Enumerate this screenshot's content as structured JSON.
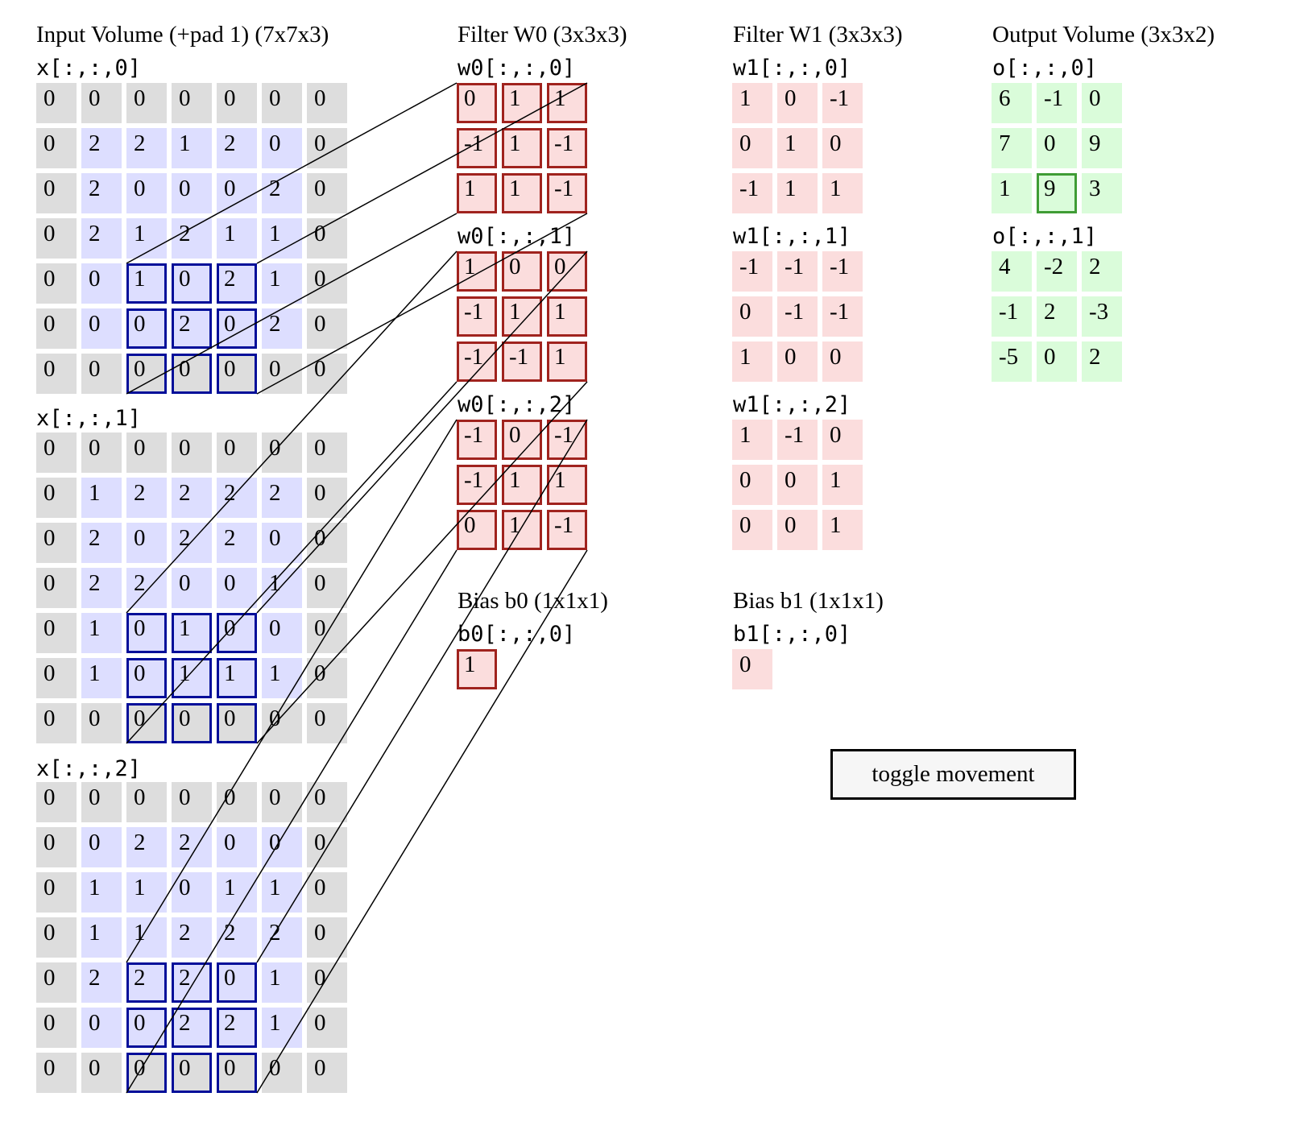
{
  "input": {
    "title": "Input Volume (+pad 1) (7x7x3)",
    "slices": [
      {
        "label": "x[:,:,0]",
        "rows": [
          [
            0,
            0,
            0,
            0,
            0,
            0,
            0
          ],
          [
            0,
            2,
            2,
            1,
            2,
            0,
            0
          ],
          [
            0,
            2,
            0,
            0,
            0,
            2,
            0
          ],
          [
            0,
            2,
            1,
            2,
            1,
            1,
            0
          ],
          [
            0,
            0,
            1,
            0,
            2,
            1,
            0
          ],
          [
            0,
            0,
            0,
            2,
            0,
            2,
            0
          ],
          [
            0,
            0,
            0,
            0,
            0,
            0,
            0
          ]
        ]
      },
      {
        "label": "x[:,:,1]",
        "rows": [
          [
            0,
            0,
            0,
            0,
            0,
            0,
            0
          ],
          [
            0,
            1,
            2,
            2,
            2,
            2,
            0
          ],
          [
            0,
            2,
            0,
            2,
            2,
            0,
            0
          ],
          [
            0,
            2,
            2,
            0,
            0,
            1,
            0
          ],
          [
            0,
            1,
            0,
            1,
            0,
            0,
            0
          ],
          [
            0,
            1,
            0,
            1,
            1,
            1,
            0
          ],
          [
            0,
            0,
            0,
            0,
            0,
            0,
            0
          ]
        ]
      },
      {
        "label": "x[:,:,2]",
        "rows": [
          [
            0,
            0,
            0,
            0,
            0,
            0,
            0
          ],
          [
            0,
            0,
            2,
            2,
            0,
            0,
            0
          ],
          [
            0,
            1,
            1,
            0,
            1,
            1,
            0
          ],
          [
            0,
            1,
            1,
            2,
            2,
            2,
            0
          ],
          [
            0,
            2,
            2,
            2,
            0,
            1,
            0
          ],
          [
            0,
            0,
            0,
            2,
            2,
            1,
            0
          ],
          [
            0,
            0,
            0,
            0,
            0,
            0,
            0
          ]
        ]
      }
    ],
    "highlight": {
      "row": 4,
      "col": 2
    }
  },
  "filter_w0": {
    "title": "Filter W0 (3x3x3)",
    "slices": [
      {
        "label": "w0[:,:,0]",
        "rows": [
          [
            0,
            1,
            1
          ],
          [
            -1,
            1,
            -1
          ],
          [
            1,
            1,
            -1
          ]
        ]
      },
      {
        "label": "w0[:,:,1]",
        "rows": [
          [
            1,
            0,
            0
          ],
          [
            -1,
            1,
            1
          ],
          [
            -1,
            -1,
            1
          ]
        ]
      },
      {
        "label": "w0[:,:,2]",
        "rows": [
          [
            -1,
            0,
            -1
          ],
          [
            -1,
            1,
            1
          ],
          [
            0,
            1,
            -1
          ]
        ]
      }
    ]
  },
  "filter_w1": {
    "title": "Filter W1 (3x3x3)",
    "slices": [
      {
        "label": "w1[:,:,0]",
        "rows": [
          [
            1,
            0,
            -1
          ],
          [
            0,
            1,
            0
          ],
          [
            -1,
            1,
            1
          ]
        ]
      },
      {
        "label": "w1[:,:,1]",
        "rows": [
          [
            -1,
            -1,
            -1
          ],
          [
            0,
            -1,
            -1
          ],
          [
            1,
            0,
            0
          ]
        ]
      },
      {
        "label": "w1[:,:,2]",
        "rows": [
          [
            1,
            -1,
            0
          ],
          [
            0,
            0,
            1
          ],
          [
            0,
            0,
            1
          ]
        ]
      }
    ]
  },
  "bias_b0": {
    "title": "Bias b0 (1x1x1)",
    "label": "b0[:,:,0]",
    "value": 1
  },
  "bias_b1": {
    "title": "Bias b1 (1x1x1)",
    "label": "b1[:,:,0]",
    "value": 0
  },
  "output": {
    "title": "Output Volume (3x3x2)",
    "slices": [
      {
        "label": "o[:,:,0]",
        "rows": [
          [
            6,
            -1,
            0
          ],
          [
            7,
            0,
            9
          ],
          [
            1,
            9,
            3
          ]
        ]
      },
      {
        "label": "o[:,:,1]",
        "rows": [
          [
            4,
            -2,
            2
          ],
          [
            -1,
            2,
            -3
          ],
          [
            -5,
            0,
            2
          ]
        ]
      }
    ],
    "highlight": {
      "slice": 0,
      "row": 2,
      "col": 1
    }
  },
  "toggle_label": "toggle movement"
}
